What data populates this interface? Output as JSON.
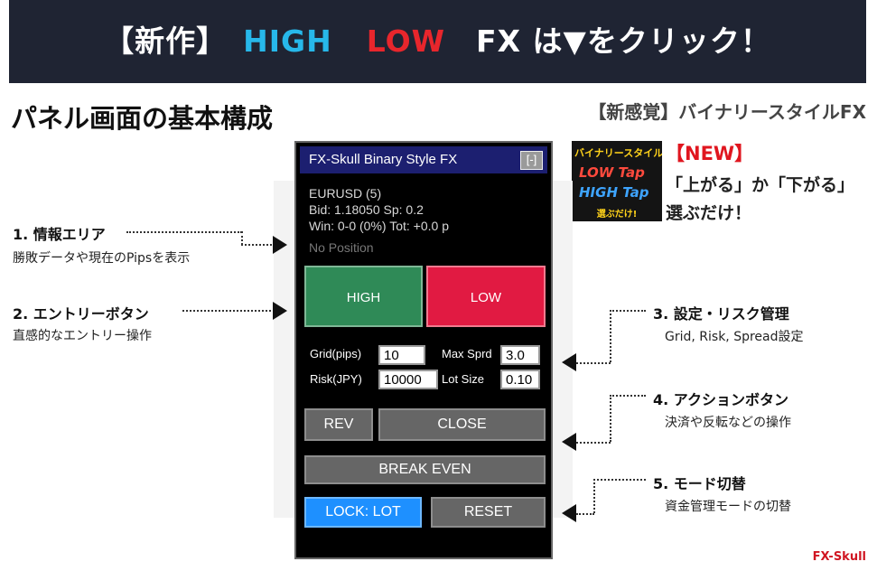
{
  "banner": {
    "new_label": "【新作】",
    "high_label": "HIGH",
    "low_label": "LOW",
    "rest_label": "FX は▼をクリック！",
    "colors": {
      "background": "#1f2433",
      "high": "#27b8ea",
      "low": "#e8262c"
    }
  },
  "page_title": "パネル画面の基本構成",
  "subtitle": "【新感覚】バイナリースタイルFX",
  "promo": {
    "image_lines": [
      "バイナリースタイル",
      "LOW Tap",
      "HIGH Tap",
      "選ぶだけ!"
    ],
    "new_badge": "【NEW】",
    "line1": "「上がる」か「下がる」",
    "line2": "選ぶだけ！"
  },
  "panel": {
    "title": "FX-Skull Binary Style FX",
    "minimize_label": "[-]",
    "info": {
      "symbol_line": "EURUSD (5)",
      "price_line": "Bid: 1.18050  Sp: 0.2",
      "stats_line": "Win: 0-0 (0%)  Tot: +0.0 p",
      "position_line": "No Position"
    },
    "high_button": "HIGH",
    "low_button": "LOW",
    "settings": {
      "grid_label": "Grid(pips)",
      "grid_value": "10",
      "max_sprd_label": "Max Sprd",
      "max_sprd_value": "3.0",
      "risk_label": "Risk(JPY)",
      "risk_value": "10000",
      "lot_size_label": "Lot Size",
      "lot_size_value": "0.10"
    },
    "rev_button": "REV",
    "close_button": "CLOSE",
    "break_even_button": "BREAK EVEN",
    "lock_button": "LOCK: LOT",
    "reset_button": "RESET",
    "colors": {
      "titlebar": "#1c1f70",
      "high": "#2f8a57",
      "low": "#e11a42",
      "lock": "#1e90ff",
      "neutral": "#666666"
    }
  },
  "callouts": {
    "c1": {
      "title": "1. 情報エリア",
      "desc": "勝敗データや現在のPipsを表示"
    },
    "c2": {
      "title": "2. エントリーボタン",
      "desc": "直感的なエントリー操作"
    },
    "c3": {
      "title": "3. 設定・リスク管理",
      "desc": "Grid, Risk, Spread設定"
    },
    "c4": {
      "title": "4. アクションボタン",
      "desc": "決済や反転などの操作"
    },
    "c5": {
      "title": "5. モード切替",
      "desc": "資金管理モードの切替"
    }
  },
  "footer_brand": "FX-Skull"
}
